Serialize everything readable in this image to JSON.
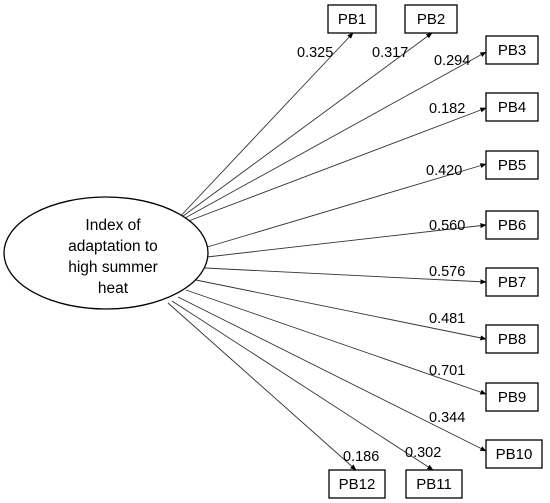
{
  "center": {
    "lines": [
      "Index of",
      "adaptation to",
      "high summer",
      "heat"
    ]
  },
  "nodes": [
    {
      "id": "PB1",
      "label": "PB1",
      "loading": "0.325"
    },
    {
      "id": "PB2",
      "label": "PB2",
      "loading": "0.317"
    },
    {
      "id": "PB3",
      "label": "PB3",
      "loading": "0.294"
    },
    {
      "id": "PB4",
      "label": "PB4",
      "loading": "0.182"
    },
    {
      "id": "PB5",
      "label": "PB5",
      "loading": "0.420"
    },
    {
      "id": "PB6",
      "label": "PB6",
      "loading": "0.560"
    },
    {
      "id": "PB7",
      "label": "PB7",
      "loading": "0.576"
    },
    {
      "id": "PB8",
      "label": "PB8",
      "loading": "0.481"
    },
    {
      "id": "PB9",
      "label": "PB9",
      "loading": "0.701"
    },
    {
      "id": "PB10",
      "label": "PB10",
      "loading": "0.344"
    },
    {
      "id": "PB11",
      "label": "PB11",
      "loading": "0.302"
    },
    {
      "id": "PB12",
      "label": "PB12",
      "loading": "0.186"
    }
  ]
}
